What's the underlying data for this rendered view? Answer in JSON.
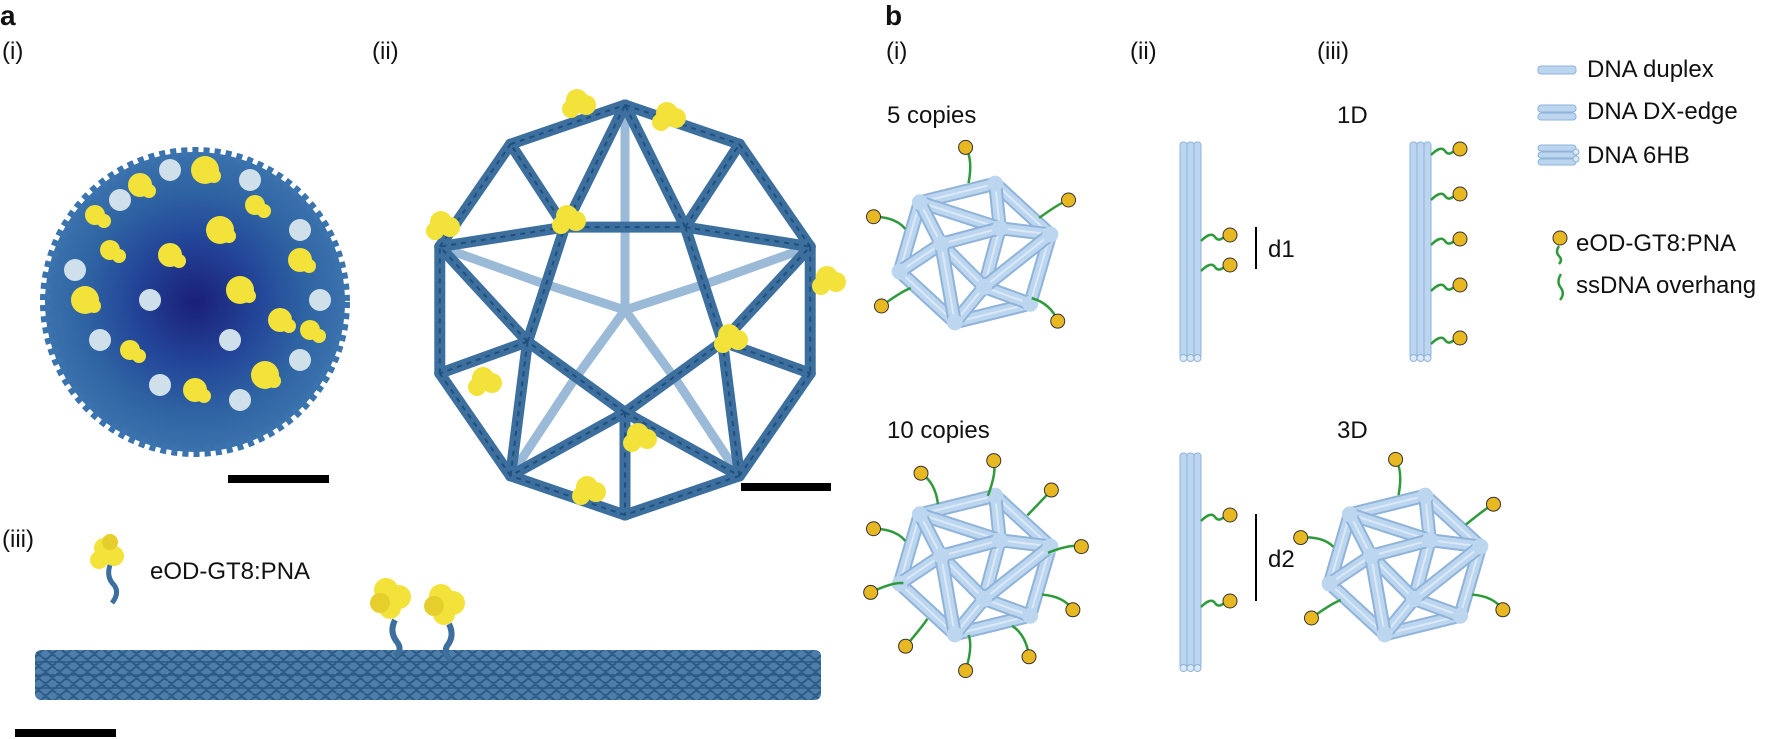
{
  "panels": {
    "a": {
      "letter": "a",
      "i_label": "(i)",
      "ii_label": "(ii)",
      "iii_label": "(iii)",
      "legend_label": "eOD-GT8:PNA"
    },
    "b": {
      "letter": "b",
      "i_label": "(i)",
      "ii_label": "(ii)",
      "iii_label": "(iii)",
      "copies_5": "5 copies",
      "copies_10": "10 copies",
      "dim_1d": "1D",
      "dim_3d": "3D",
      "d1": "d1",
      "d2": "d2"
    }
  },
  "legend": {
    "duplex": "DNA duplex",
    "dx_edge": "DNA DX-edge",
    "six_hb": "DNA 6HB",
    "immunogen": "eOD-GT8:PNA",
    "overhang": "ssDNA overhang"
  },
  "colors": {
    "dna_blue": "#3c6f9e",
    "dna_dark": "#1f4f7d",
    "core_navy": "#1c237c",
    "antigen_yellow": "#f3e23a",
    "pale_blue": "#b9d4ee",
    "schematic_blue": "#bcd6f0",
    "schematic_edge": "#8fb3d9",
    "gold": "#e8b822",
    "ssdna_green": "#2e9a3c"
  }
}
